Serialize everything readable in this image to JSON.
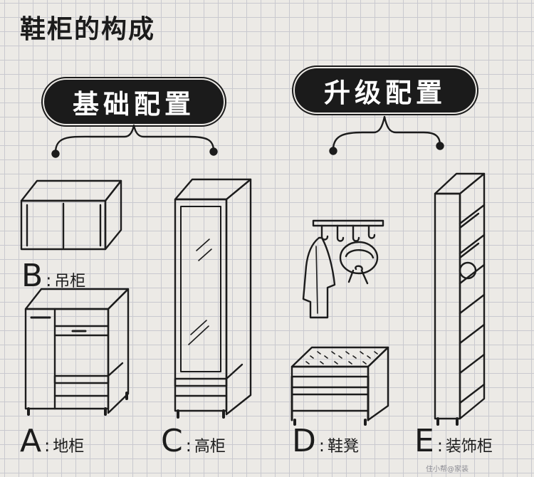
{
  "title": "鞋柜的构成",
  "banners": {
    "basic": "基础配置",
    "upgrade": "升级配置"
  },
  "items": {
    "b": {
      "letter": "B",
      "separator": ":",
      "name": "吊柜"
    },
    "a": {
      "letter": "A",
      "separator": ":",
      "name": "地柜"
    },
    "c": {
      "letter": "C",
      "separator": ":",
      "name": "高柜"
    },
    "d": {
      "letter": "D",
      "separator": ":",
      "name": "鞋凳"
    },
    "e": {
      "letter": "E",
      "separator": ":",
      "name": "装饰柜"
    }
  },
  "watermark": "住小帮@家装"
}
